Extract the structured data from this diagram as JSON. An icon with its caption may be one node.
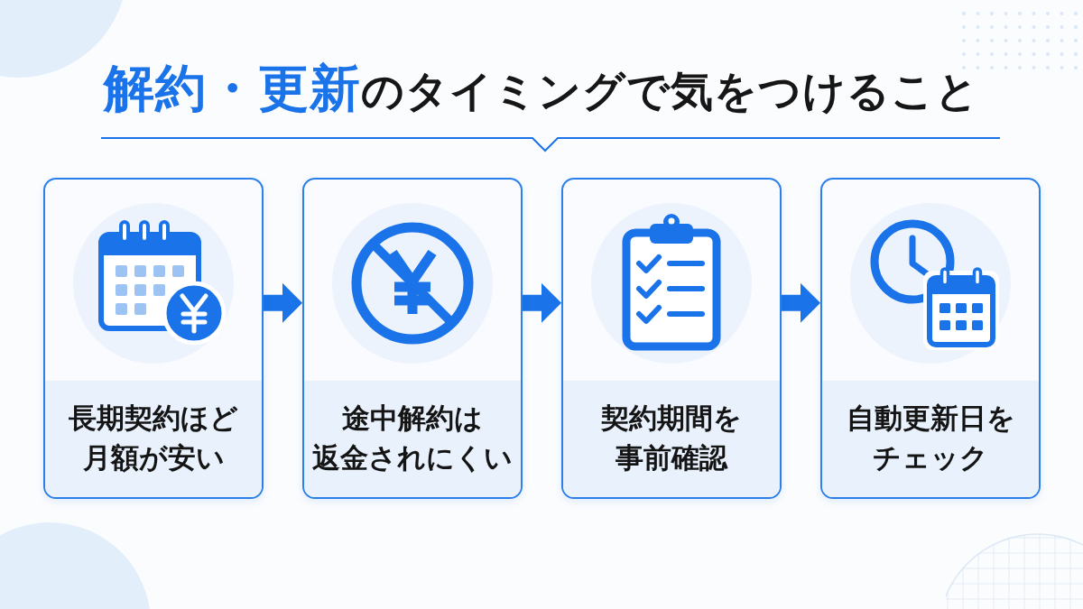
{
  "diagram": {
    "title": "**解約・更新**のタイミングで気をつけること",
    "nodes": [
      {
        "text": [
          "長期契約ほど月額が安い"
        ]
      },
      {
        "text": [
          "途中解約は返金されにくい"
        ]
      },
      {
        "text": [
          "契約期間を事前確認"
        ]
      },
      {
        "text": [
          "自動更新日をチェック"
        ]
      }
    ],
    "edges": [
      {
        "from": 0,
        "to": 1,
        "arrow": "to"
      },
      {
        "from": 1,
        "to": 2,
        "arrow": "to"
      },
      {
        "from": 2,
        "to": 3,
        "arrow": "to"
      }
    ]
  }
}
